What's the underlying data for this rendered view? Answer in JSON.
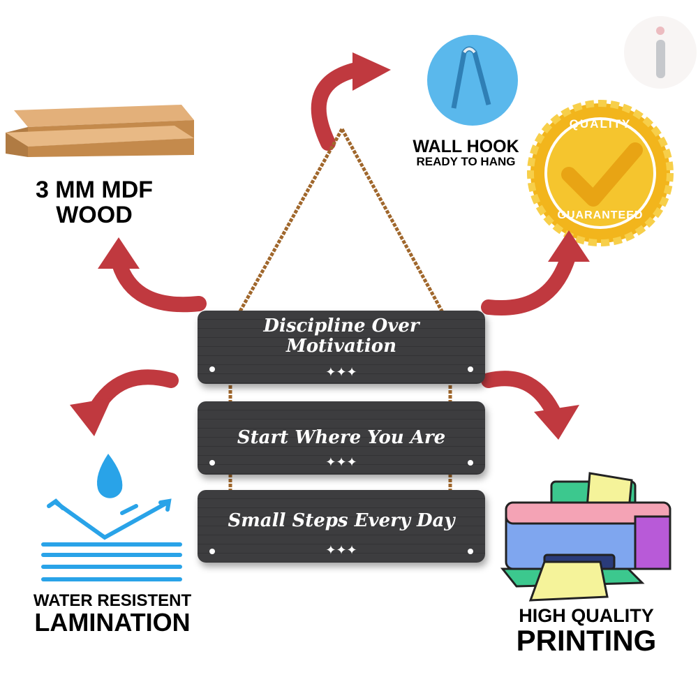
{
  "features": {
    "wood": {
      "line1": "3 MM MDF",
      "line2": "WOOD"
    },
    "hook": {
      "line1": "WALL HOOK",
      "line2": "READY TO HANG"
    },
    "quality_badge": {
      "top": "QUALITY",
      "bottom": "GUARANTEED"
    },
    "water": {
      "line1": "WATER RESISTENT",
      "line2": "LAMINATION"
    },
    "printing": {
      "line1": "HIGH QUALITY",
      "line2": "PRINTING"
    }
  },
  "boards": [
    {
      "text": "Discipline Over Motivation"
    },
    {
      "text": "Start Where You Are"
    },
    {
      "text": "Small Steps Every Day"
    }
  ],
  "ornament": "✦✦✦",
  "colors": {
    "arrow": "#c0393f",
    "board": "#3d3d3f",
    "rope": "#a0672c",
    "water": "#29a3e8",
    "gold": "#f2b51c"
  }
}
